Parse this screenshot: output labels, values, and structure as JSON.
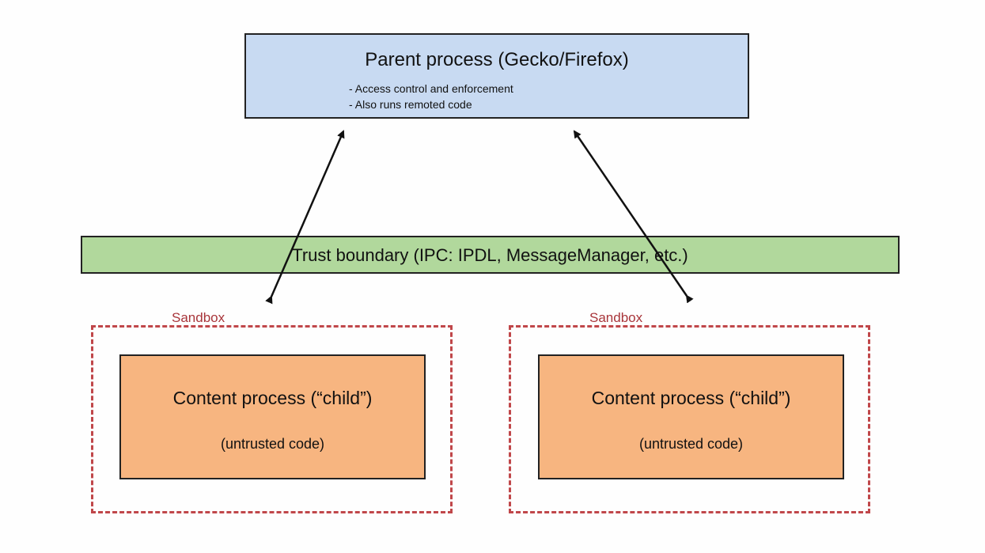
{
  "parent": {
    "title": "Parent process (Gecko/Firefox)",
    "bullets": [
      "- Access control and enforcement",
      "- Also runs remoted code"
    ],
    "color": "#c8daf2"
  },
  "trust_boundary": {
    "label": "Trust boundary (IPC: IPDL, MessageManager, etc.)",
    "color": "#b1d89c"
  },
  "sandboxes": [
    {
      "label": "Sandbox",
      "content_title": "Content process (“child”)",
      "content_subtitle": "(untrusted code)"
    },
    {
      "label": "Sandbox",
      "content_title": "Content process (“child”)",
      "content_subtitle": "(untrusted code)"
    }
  ],
  "colors": {
    "sandbox_border": "#c0474a",
    "content_fill": "#f7b580"
  }
}
